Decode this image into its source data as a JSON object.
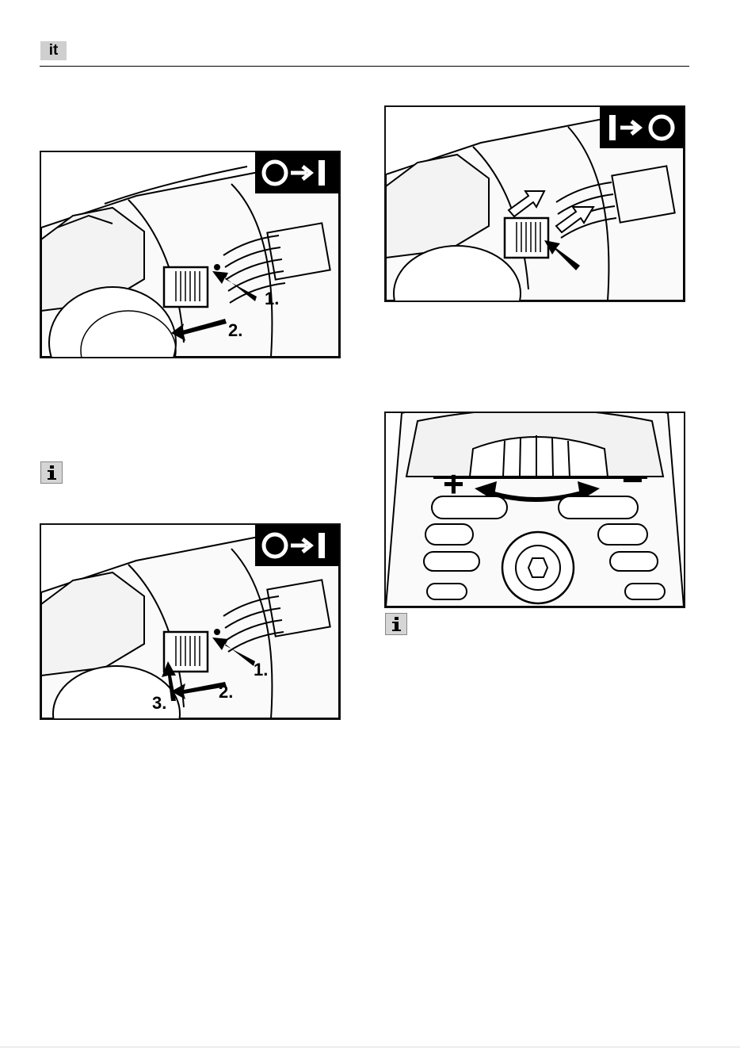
{
  "header": {
    "language_tag": "it"
  },
  "figures": {
    "fig1": {
      "symbol": "O→I",
      "labels": [
        "1.",
        "2."
      ]
    },
    "fig2": {
      "symbol": "O→I",
      "labels": [
        "1.",
        "2.",
        "3."
      ]
    },
    "fig3": {
      "symbol": "I→O"
    },
    "fig4": {
      "plus": "+",
      "minus": "−"
    }
  },
  "icons": {
    "info": "info-icon"
  }
}
